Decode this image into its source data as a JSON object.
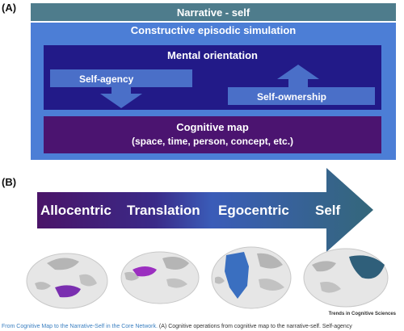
{
  "panel_a": {
    "label": "(A)",
    "narrative_self": "Narrative - self",
    "episodic_simulation": "Constructive episodic simulation",
    "mental_orientation": "Mental orientation",
    "self_agency": "Self-agency",
    "self_ownership": "Self-ownership",
    "cognitive_map_title": "Cognitive map",
    "cognitive_map_sub": "(space, time, person, concept, etc.)"
  },
  "panel_b": {
    "label": "(B)",
    "stages": [
      "Allocentric",
      "Translation",
      "Egocentric",
      "Self"
    ],
    "brains": [
      {
        "name": "allocentric-brain",
        "highlight_color": "#7a2fb0"
      },
      {
        "name": "translation-brain",
        "highlight_color": "#9b2fc0"
      },
      {
        "name": "egocentric-brain",
        "highlight_color": "#3a6fc0"
      },
      {
        "name": "self-brain",
        "highlight_color": "#2f5f7a"
      }
    ]
  },
  "journal": "Trends in Cognitive Sciences",
  "caption": {
    "title": "From Cognitive Map to the Narrative-Self in the Core Network.",
    "text": "(A) Cognitive operations from cognitive map to the narrative-self. Self-agency"
  },
  "colors": {
    "narrative": "#4e7c8c",
    "episodic": "#4c7ed6",
    "mental": "#221a88",
    "cognitive_map": "#4b1470",
    "agency_arrow": "#4a6fc8",
    "gradient_start": "#4a1468",
    "gradient_mid": "#3a5cb8",
    "gradient_end": "#34677a"
  }
}
